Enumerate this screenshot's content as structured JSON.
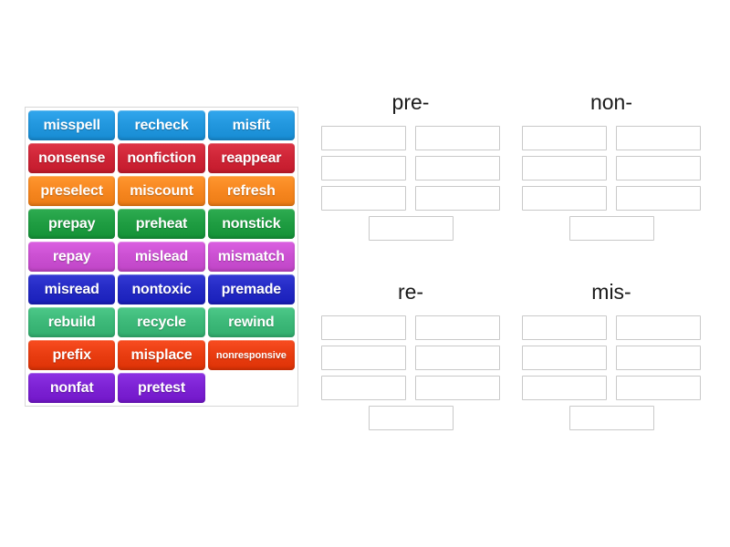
{
  "activity": {
    "type": "drag-and-drop-group-sort",
    "colors": {
      "blue": "#2196dd",
      "crimson": "#ce2436",
      "orange": "#f6861f",
      "green": "#1e9c41",
      "orchid": "#ca4fd1",
      "darkblue": "#2329c4",
      "seagreen": "#3cb878",
      "orangered": "#e83c10",
      "violet": "#7c21d3",
      "slot_border": "#c9c9c9",
      "panel_border": "#d6d6d6",
      "title_text": "#1a1a1a",
      "background": "#ffffff"
    }
  },
  "word_bank": {
    "rows": [
      [
        {
          "label": "misspell",
          "color": "blue",
          "small": false
        },
        {
          "label": "recheck",
          "color": "blue",
          "small": false
        },
        {
          "label": "misfit",
          "color": "blue",
          "small": false
        }
      ],
      [
        {
          "label": "nonsense",
          "color": "crimson",
          "small": false
        },
        {
          "label": "nonfiction",
          "color": "crimson",
          "small": false
        },
        {
          "label": "reappear",
          "color": "crimson",
          "small": false
        }
      ],
      [
        {
          "label": "preselect",
          "color": "orange",
          "small": false
        },
        {
          "label": "miscount",
          "color": "orange",
          "small": false
        },
        {
          "label": "refresh",
          "color": "orange",
          "small": false
        }
      ],
      [
        {
          "label": "prepay",
          "color": "green",
          "small": false
        },
        {
          "label": "preheat",
          "color": "green",
          "small": false
        },
        {
          "label": "nonstick",
          "color": "green",
          "small": false
        }
      ],
      [
        {
          "label": "repay",
          "color": "orchid",
          "small": false
        },
        {
          "label": "mislead",
          "color": "orchid",
          "small": false
        },
        {
          "label": "mismatch",
          "color": "orchid",
          "small": false
        }
      ],
      [
        {
          "label": "misread",
          "color": "darkblue",
          "small": false
        },
        {
          "label": "nontoxic",
          "color": "darkblue",
          "small": false
        },
        {
          "label": "premade",
          "color": "darkblue",
          "small": false
        }
      ],
      [
        {
          "label": "rebuild",
          "color": "seagreen",
          "small": false
        },
        {
          "label": "recycle",
          "color": "seagreen",
          "small": false
        },
        {
          "label": "rewind",
          "color": "seagreen",
          "small": false
        }
      ],
      [
        {
          "label": "prefix",
          "color": "orangered",
          "small": false
        },
        {
          "label": "misplace",
          "color": "orangered",
          "small": false
        },
        {
          "label": "nonresponsive",
          "color": "orangered",
          "small": true
        }
      ],
      [
        {
          "label": "nonfat",
          "color": "violet",
          "small": false
        },
        {
          "label": "pretest",
          "color": "violet",
          "small": false
        },
        {
          "label": "",
          "color": "blank",
          "small": false
        }
      ]
    ]
  },
  "categories": [
    {
      "id": "pre",
      "title": "pre-",
      "slot_count": 7,
      "filled": []
    },
    {
      "id": "non",
      "title": "non-",
      "slot_count": 7,
      "filled": []
    },
    {
      "id": "re",
      "title": "re-",
      "slot_count": 7,
      "filled": []
    },
    {
      "id": "mis",
      "title": "mis-",
      "slot_count": 7,
      "filled": []
    }
  ]
}
